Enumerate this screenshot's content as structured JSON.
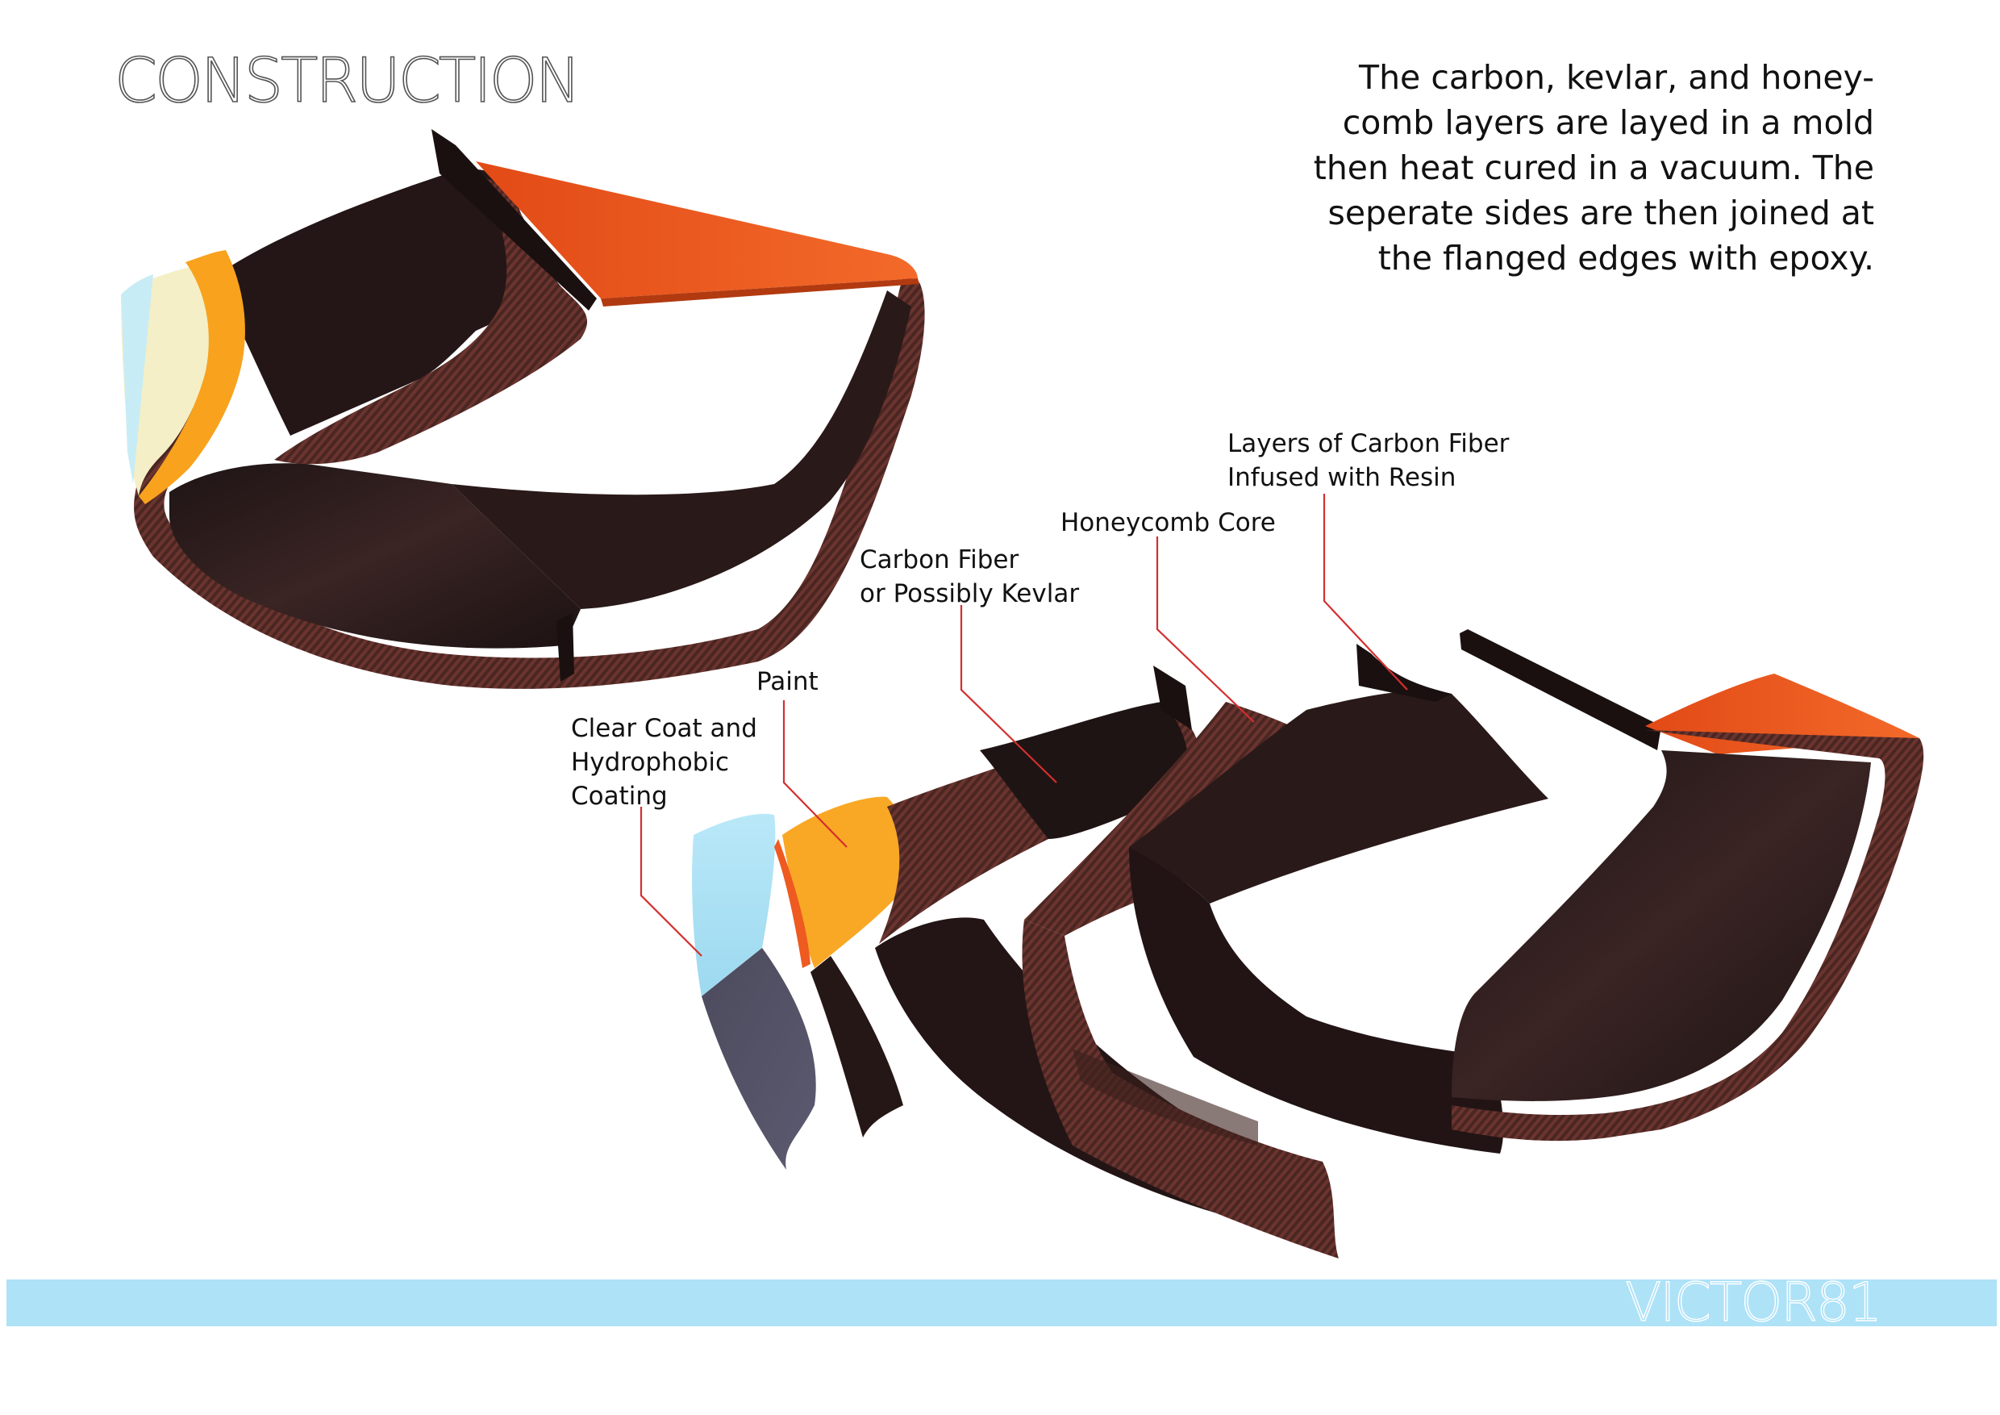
{
  "page": {
    "title": "CONSTRUCTION",
    "brand": "VICTOR81"
  },
  "description": {
    "lines": [
      "The carbon, kevlar, and honey-",
      "comb layers are layed in a mold",
      "then heat cured in a vacuum. The",
      "seperate sides are then joined at",
      "the flanged edges with epoxy."
    ]
  },
  "labels": {
    "clear_coat": [
      "Clear Coat and",
      "Hydrophobic",
      "Coating"
    ],
    "paint": [
      "Paint"
    ],
    "carbon_kevlar": [
      "Carbon Fiber",
      "or Possibly Kevlar"
    ],
    "honeycomb": [
      "Honeycomb Core"
    ],
    "carbon_layers": [
      "Layers of Carbon Fiber",
      "Infused with Resin"
    ]
  },
  "colors": {
    "carbon_dark": "#2a1a1a",
    "carbon_weave": "#5a2c28",
    "orange": "#ee5a20",
    "amber": "#f9a825",
    "cream": "#f5f0c4",
    "light_blue": "#aee2f7",
    "leader_red": "#d32f2f",
    "footer_blue": "#aee2f7"
  }
}
